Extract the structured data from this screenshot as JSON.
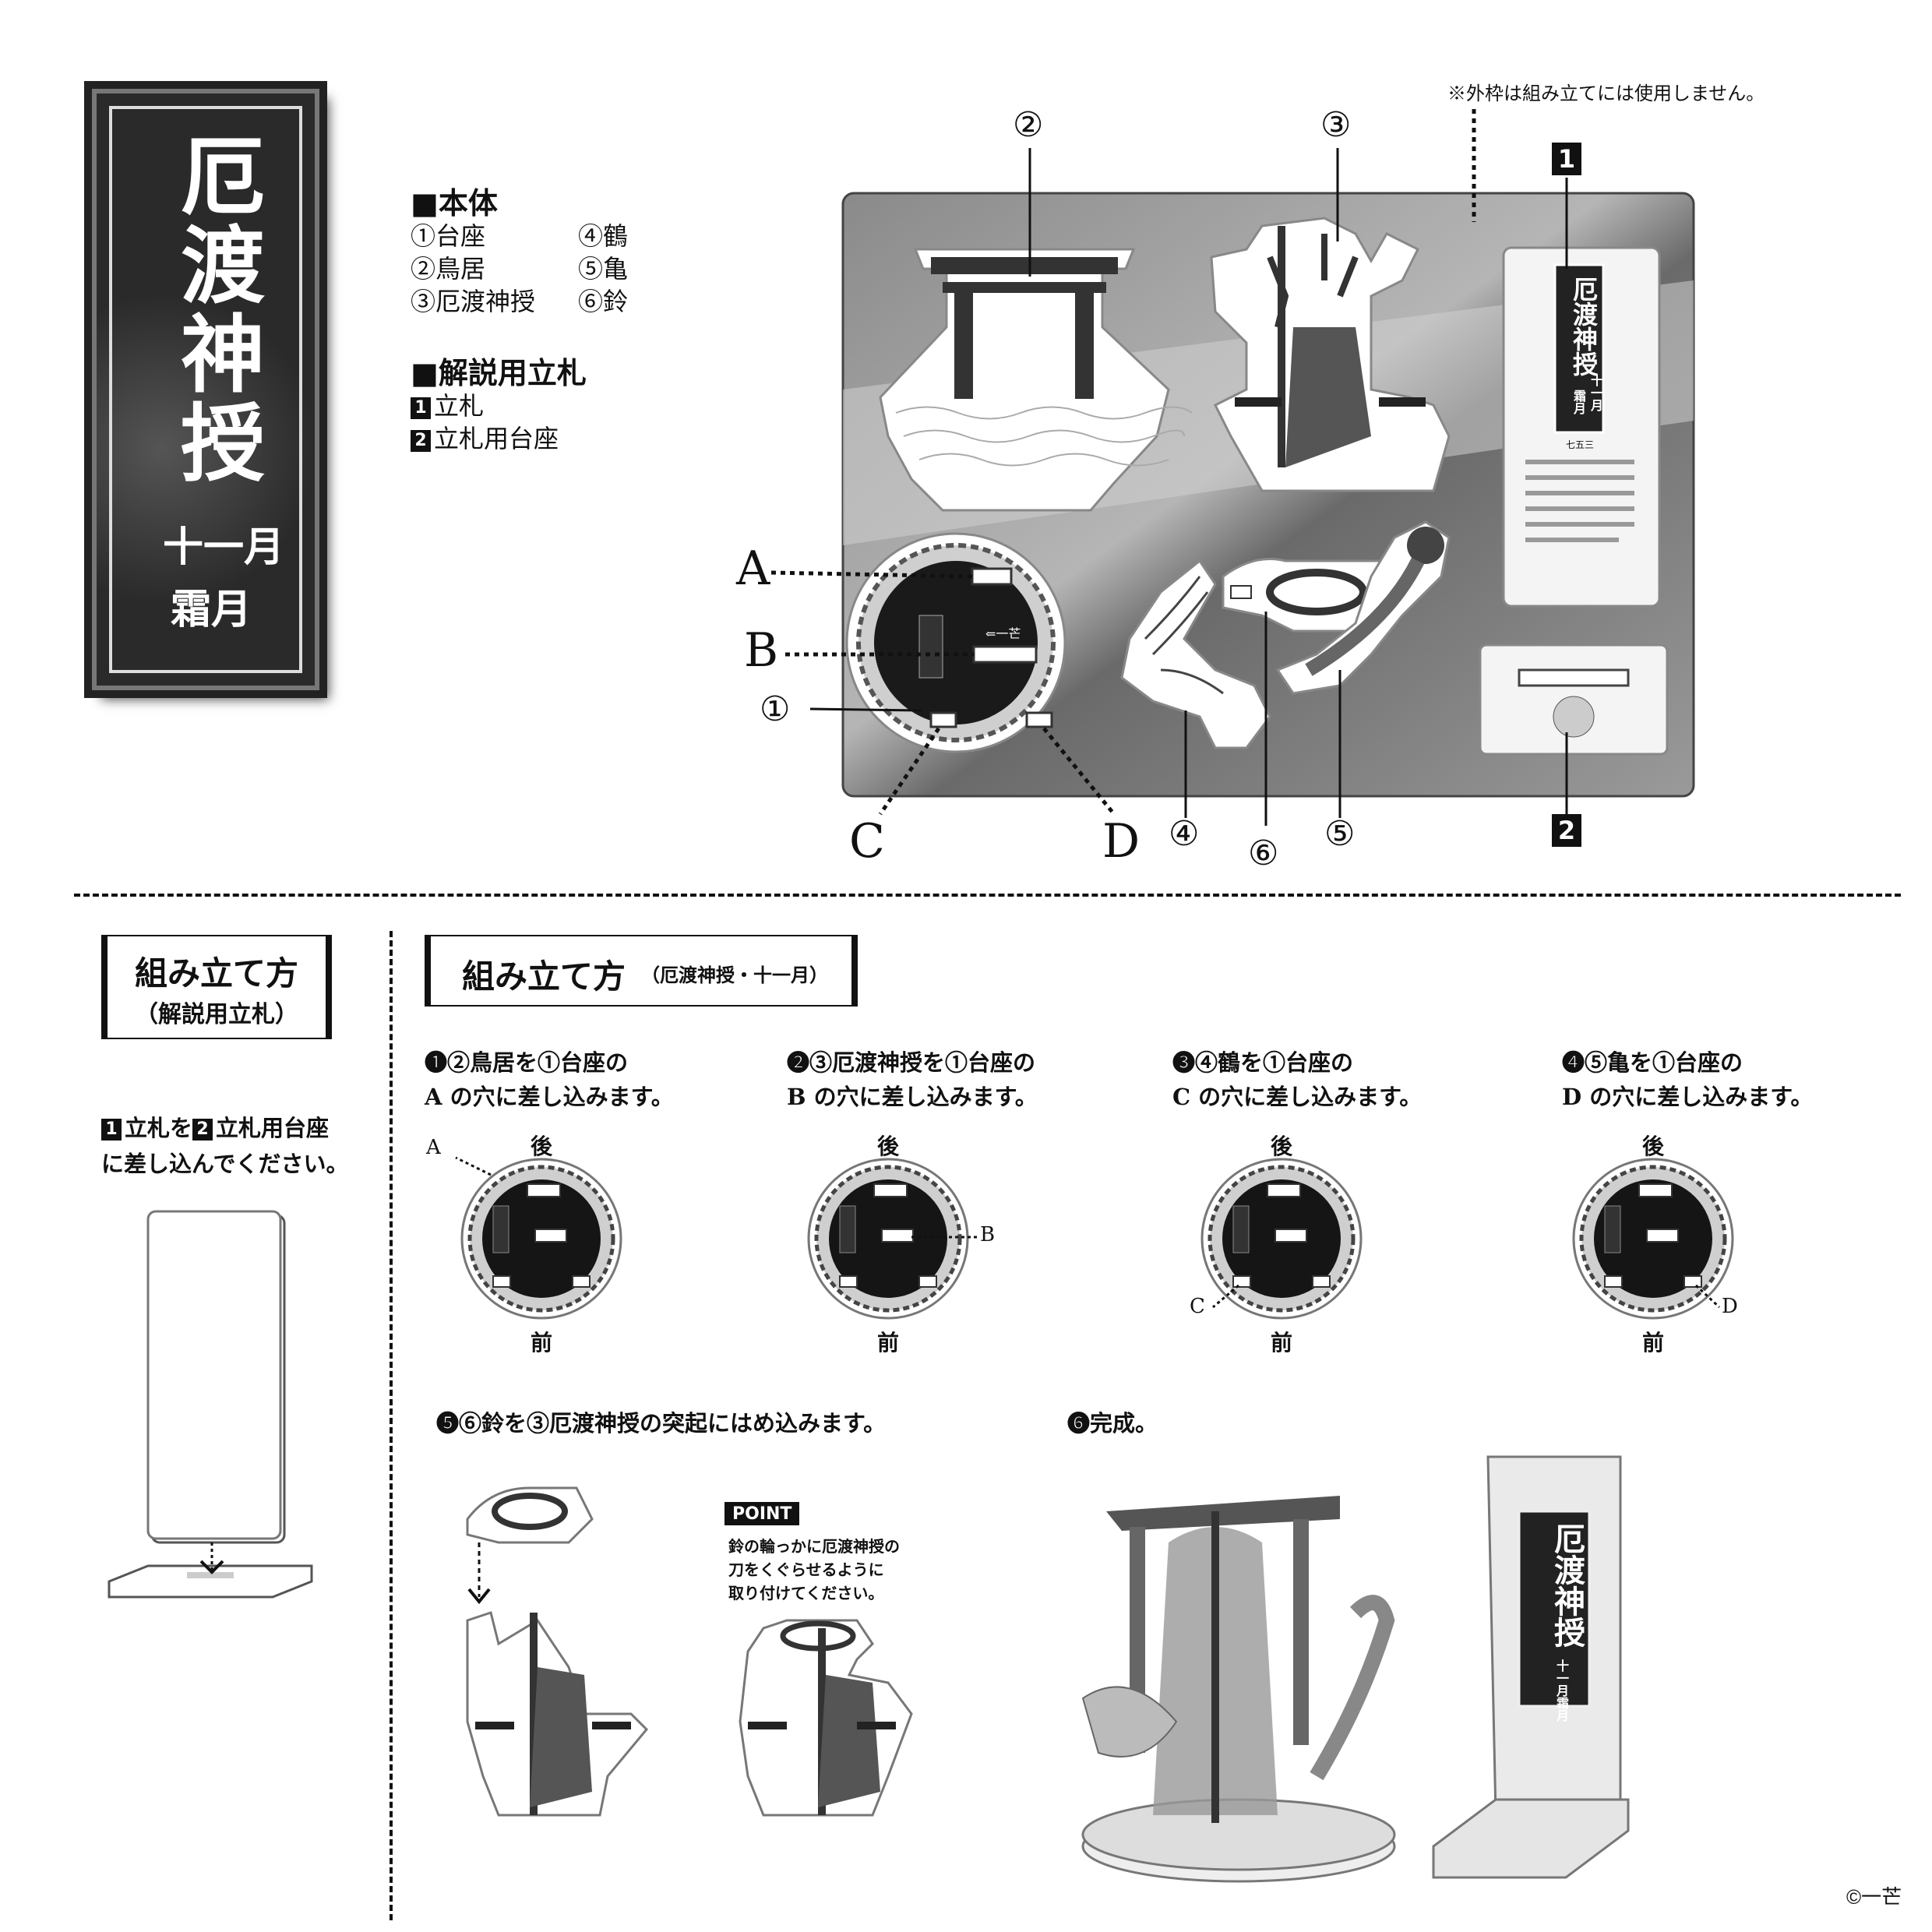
{
  "title_card": {
    "title": "厄渡神授",
    "month": "十一月",
    "month_name": "霜月"
  },
  "parts_list": {
    "heading_body": "■本体",
    "body_items": [
      "①台座",
      "②鳥居",
      "③厄渡神授",
      "④鶴",
      "⑤亀",
      "⑥鈴"
    ],
    "heading_stand": "■解説用立札",
    "stand_items": [
      {
        "num": "1",
        "label": "立札"
      },
      {
        "num": "2",
        "label": "立札用台座"
      }
    ]
  },
  "sheet": {
    "note": "※外枠は組み立てには使用しません。",
    "callouts": {
      "n1": "②",
      "n2": "③",
      "n3": "①",
      "n4": "④",
      "n5": "⑤",
      "n6": "⑥",
      "sq1": "1",
      "sq2": "2"
    },
    "letters": {
      "a": "A",
      "b": "B",
      "c": "C",
      "d": "D"
    },
    "base_caption": "⇐一芒",
    "stand_title": "厄渡神授",
    "stand_month": "十一月",
    "stand_month_name": "霜月",
    "stand_footer": "七五三"
  },
  "assembly_stand": {
    "heading": "組み立て方",
    "subheading": "（解説用立札）",
    "step_num1": "1",
    "step_mid": "立札を",
    "step_num2": "2",
    "step_text1": "立札用台座",
    "step_text2": "に差し込んでください。"
  },
  "assembly_main": {
    "heading": "組み立て方",
    "subheading": "（厄渡神授・十一月）",
    "back_label": "後",
    "front_label": "前",
    "steps": [
      {
        "line1": "❶②鳥居を①台座の",
        "line2": "A の穴に差し込みます。",
        "letter": "A"
      },
      {
        "line1": "❷③厄渡神授を①台座の",
        "line2": "B の穴に差し込みます。",
        "letter": "B"
      },
      {
        "line1": "❸④鶴を①台座の",
        "line2": "C の穴に差し込みます。",
        "letter": "C"
      },
      {
        "line1": "❹⑤亀を①台座の",
        "line2": "D の穴に差し込みます。",
        "letter": "D"
      }
    ],
    "step5": "❺⑥鈴を③厄渡神授の突起にはめ込みます。",
    "step6": "❻完成。",
    "point_label": "POINT",
    "point_lines": [
      "鈴の輪っかに厄渡神授の",
      "刀をくぐらせるように",
      "取り付けてください。"
    ],
    "complete_stand_title": "厄渡神授",
    "complete_stand_month": "十一月霜月"
  },
  "copyright": "©一芒"
}
